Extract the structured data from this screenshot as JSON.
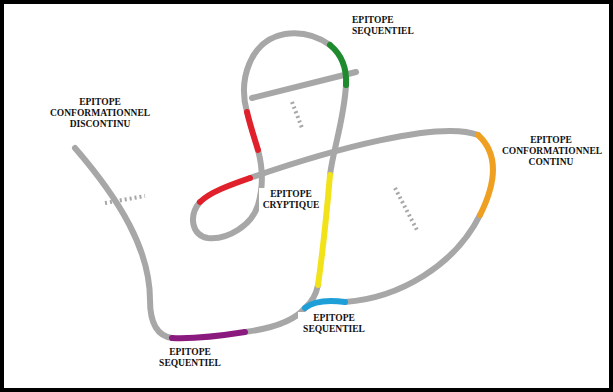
{
  "diagram": {
    "labels": [
      "EPITOPE SEQUENTIEL",
      "EPITOPE CONFORMATIONNEL DISCONTINU",
      "EPITOPE CONFORMATIONNEL CONTINU",
      "EPITOPE CRYPTIQUE",
      "EPITOPE SEQUENTIEL",
      "EPITOPE SEQUENTIEL"
    ]
  }
}
